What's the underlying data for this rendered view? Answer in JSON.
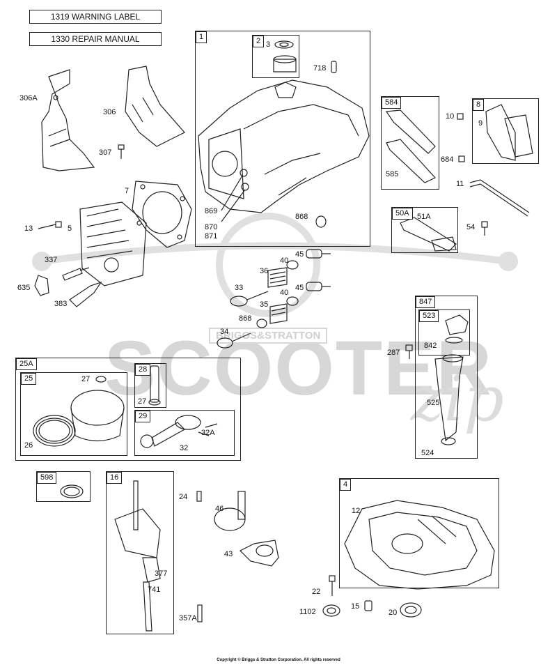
{
  "labels": {
    "warning_label": "1319 WARNING LABEL",
    "repair_manual": "1330 REPAIR MANUAL"
  },
  "groups": {
    "g1": "1",
    "g2": "2",
    "g584": "584",
    "g8": "8",
    "g50A": "50A",
    "g847": "847",
    "g523": "523",
    "g25A": "25A",
    "g25": "25",
    "g28": "28",
    "g29": "29",
    "g598": "598",
    "g16": "16",
    "g4": "4"
  },
  "parts": {
    "p306A": "306A",
    "p306": "306",
    "p307": "307",
    "p7": "7",
    "p13": "13",
    "p5": "5",
    "p337": "337",
    "p635": "635",
    "p383": "383",
    "p3": "3",
    "p718": "718",
    "p869": "869",
    "p870": "870",
    "p871": "871",
    "p868a": "868",
    "p868b": "868",
    "p10": "10",
    "p9": "9",
    "p585": "585",
    "p684": "684",
    "p11": "11",
    "p51A": "51A",
    "p54": "54",
    "p45a": "45",
    "p40a": "40",
    "p36": "36",
    "p33": "33",
    "p40b": "40",
    "p45b": "45",
    "p35": "35",
    "p34": "34",
    "p842": "842",
    "p287": "287",
    "p525": "525",
    "p524": "524",
    "p27a": "27",
    "p27b": "27",
    "p26": "26",
    "p32A": "32A",
    "p32": "32",
    "p24": "24",
    "p46": "46",
    "p43": "43",
    "p377": "377",
    "p741": "741",
    "p357A": "357A",
    "p12": "12",
    "p22": "22",
    "p1102": "1102",
    "p15": "15",
    "p20": "20"
  },
  "watermark": {
    "brand": "SCOOTER",
    "script": "zip",
    "banner": "BRIGGS&STRATTON"
  },
  "copyright": "Copyright © Briggs & Stratton Corporation. All rights reserved"
}
